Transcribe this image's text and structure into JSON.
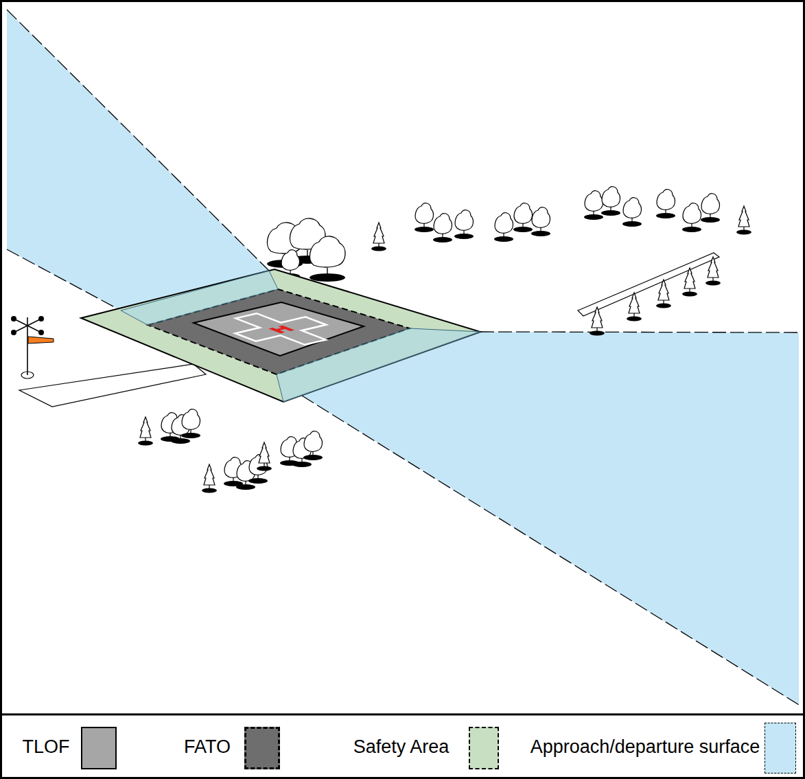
{
  "diagram": {
    "legend": [
      {
        "text": "TLOF",
        "color": "#a6a6a6"
      },
      {
        "text": "FATO",
        "color": "#6e6e6e"
      },
      {
        "text": "Safety Area",
        "color": "#c9dfc2"
      },
      {
        "text": "Approach/departure surface",
        "color": "#c5e6f6"
      }
    ]
  }
}
